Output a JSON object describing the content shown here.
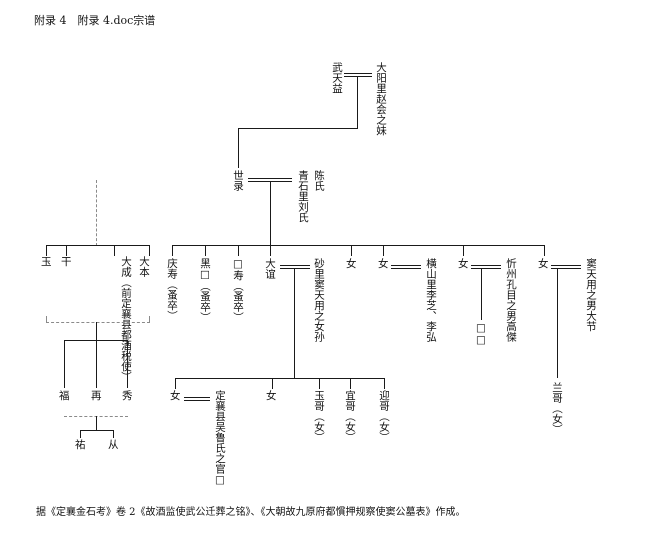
{
  "header": "附录 4　附录 4.doc宗谱",
  "footnote": "据《定襄金石考》卷 2《故酒监使武公迁葬之铭》、《大朝故九原府都慣押规察使窦公墓表》作成。",
  "nodes": {
    "wu_tianyi": "武天益",
    "zhao_wife": "大阳里赵会之妹",
    "shilu": "世录",
    "chen_shi": "陈氏",
    "liu_shi": "青石里刘氏",
    "qingshou": "庆寿（蚤卒）",
    "heizhen": "黑□（蚤卒）",
    "mishou": "□寿（蚤卒）",
    "dafu": "大谊",
    "dafu_wife": "砂里窦天用之女孙",
    "nv1": "女",
    "nv2": "女",
    "nv2_husband": "横山里李芝、李弘",
    "nv3": "女",
    "nv3_husband": "忻州孔目之男高傑",
    "nv3_child": "□□",
    "nv4": "女",
    "nv4_husband": "窦天用之男大节",
    "nv4_child": "兰哥（女）",
    "g3_nv1": "女",
    "g3_nv1_husband": "定襄县吴鲁氏之官□",
    "g3_nv2": "女",
    "yuge": "玉哥（女）",
    "yige": "宜哥（女）",
    "yinge": "迎哥（女）",
    "left_yu": "玉",
    "left_gan": "干",
    "left_dacheng": "大成（前定襄县都酒税使）",
    "left_daben": "大本",
    "left_fu": "福",
    "left_zai": "再",
    "left_xiu": "秀",
    "left_you": "祐",
    "left_cong": "从"
  }
}
